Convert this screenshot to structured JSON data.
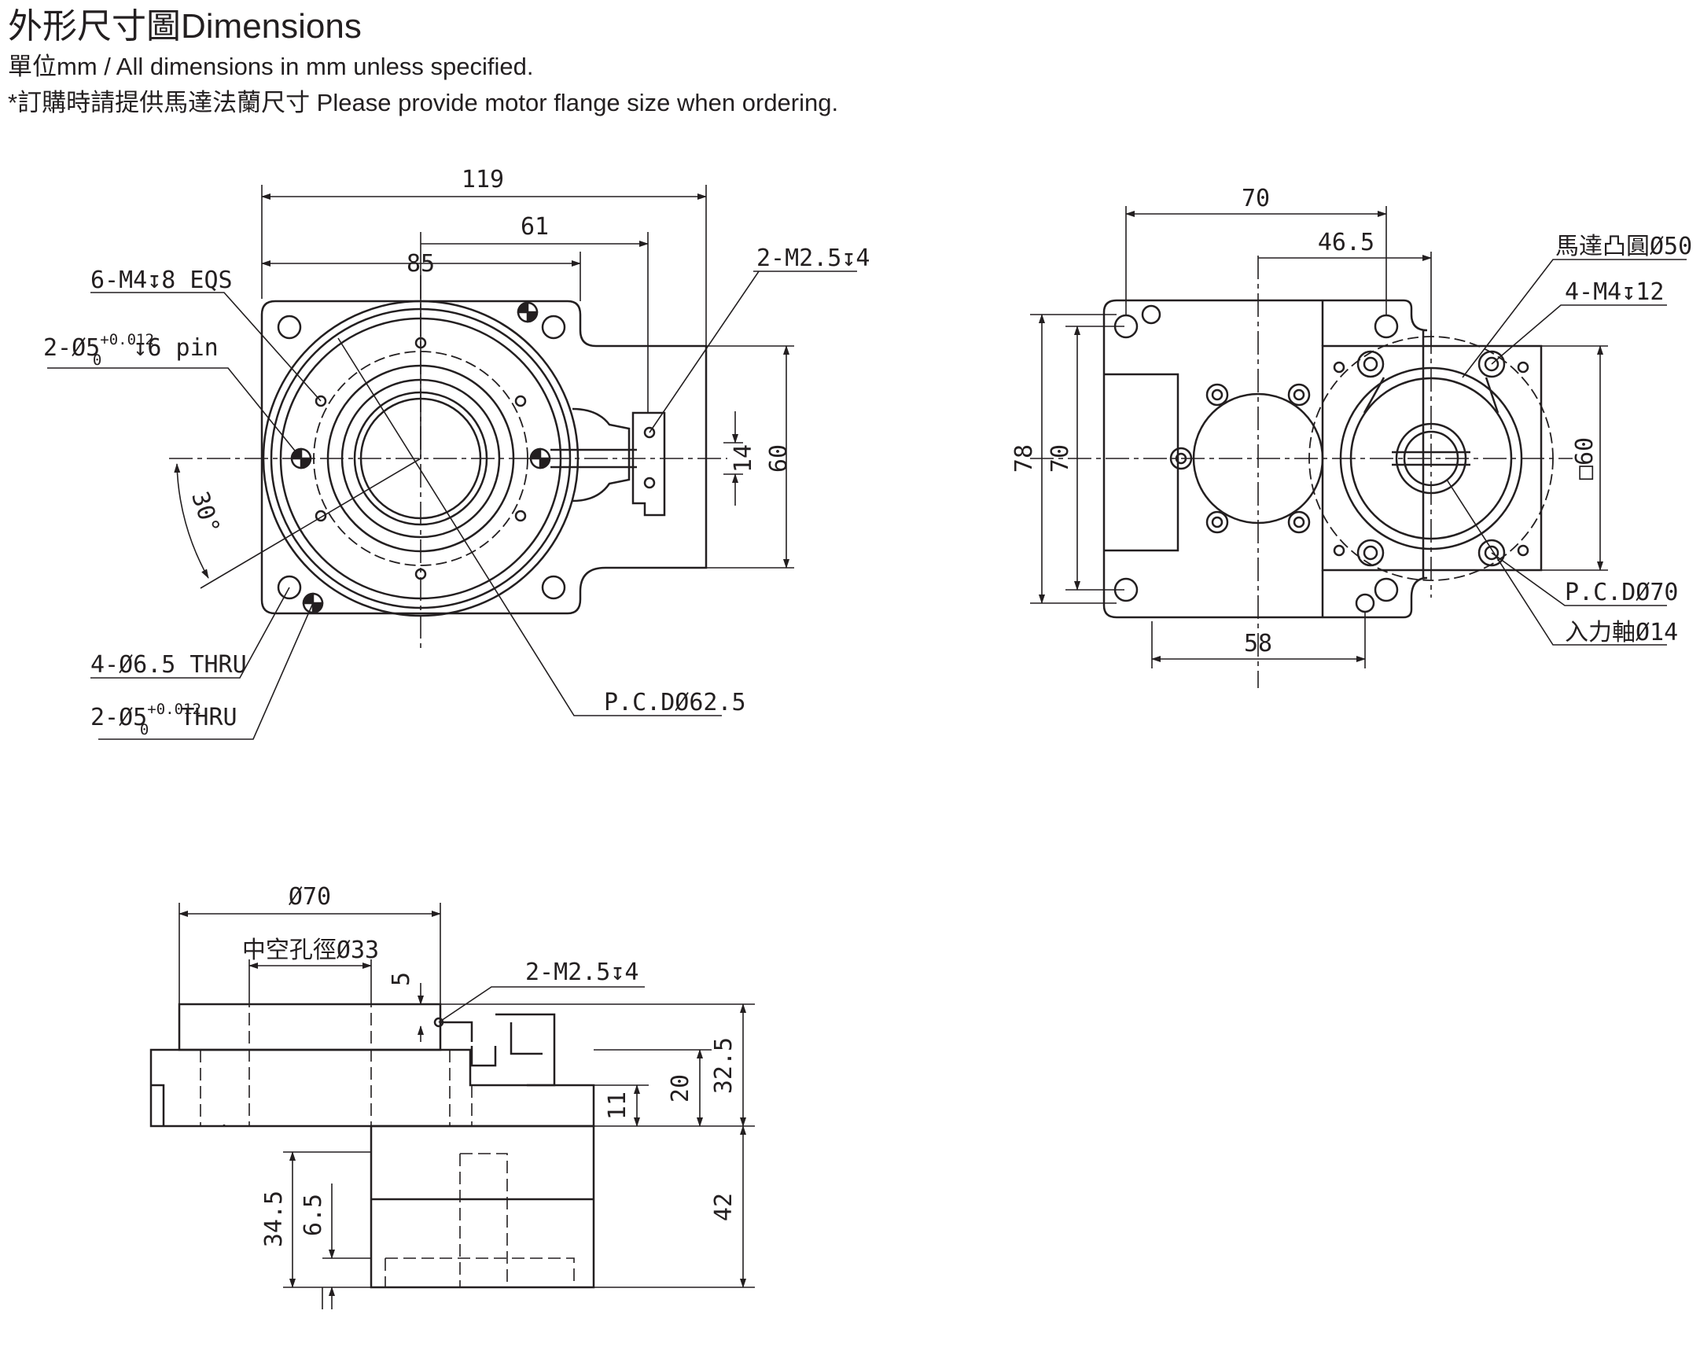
{
  "header": {
    "title": "外形尺寸圖Dimensions",
    "unit_note": "單位mm / All dimensions in mm unless specified.",
    "order_note": "*訂購時請提供馬達法蘭尺寸 Please provide motor flange size when ordering."
  },
  "front_view": {
    "dim_width": "119",
    "dim_offset": "61",
    "dim_center": "85",
    "dim_small_height": "14",
    "dim_height": "60",
    "angle": "30°",
    "note_tapped_holes": "6-M4↧8 EQS",
    "note_pin_prefix": "2-Ø5",
    "note_pin_tol_upper": "+0.012",
    "note_pin_tol_lower": "0",
    "note_pin_suffix": "↧6 pin",
    "note_sensor_thread": "2-M2.5↧4",
    "note_thru_holes": "4-Ø6.5 THRU",
    "note_pin_thru_prefix": "2-Ø5",
    "note_pin_thru_upper": "+0.012",
    "note_pin_thru_lower": "0",
    "note_pin_thru_suffix": "THRU",
    "note_pcd": "P.C.DØ62.5"
  },
  "rear_view": {
    "dim_width": "70",
    "dim_offset": "46.5",
    "dim_height_outer": "78",
    "dim_height_inner": "70",
    "dim_square": "□60",
    "dim_bottom": "58",
    "note_motor_boss": "馬達凸圓Ø50",
    "note_motor_thread": "4-M4↧12",
    "note_pcd": "P.C.DØ70",
    "note_input_shaft": "入力軸Ø14"
  },
  "side_view": {
    "dim_diameter": "Ø70",
    "note_hollow_bore": "中空孔徑Ø33",
    "dim_small": "5",
    "note_thread": "2-M2.5↧4",
    "dim_11": "11",
    "dim_20": "20",
    "dim_32_5": "32.5",
    "dim_42": "42",
    "dim_34_5": "34.5",
    "dim_6_5": "6.5"
  }
}
